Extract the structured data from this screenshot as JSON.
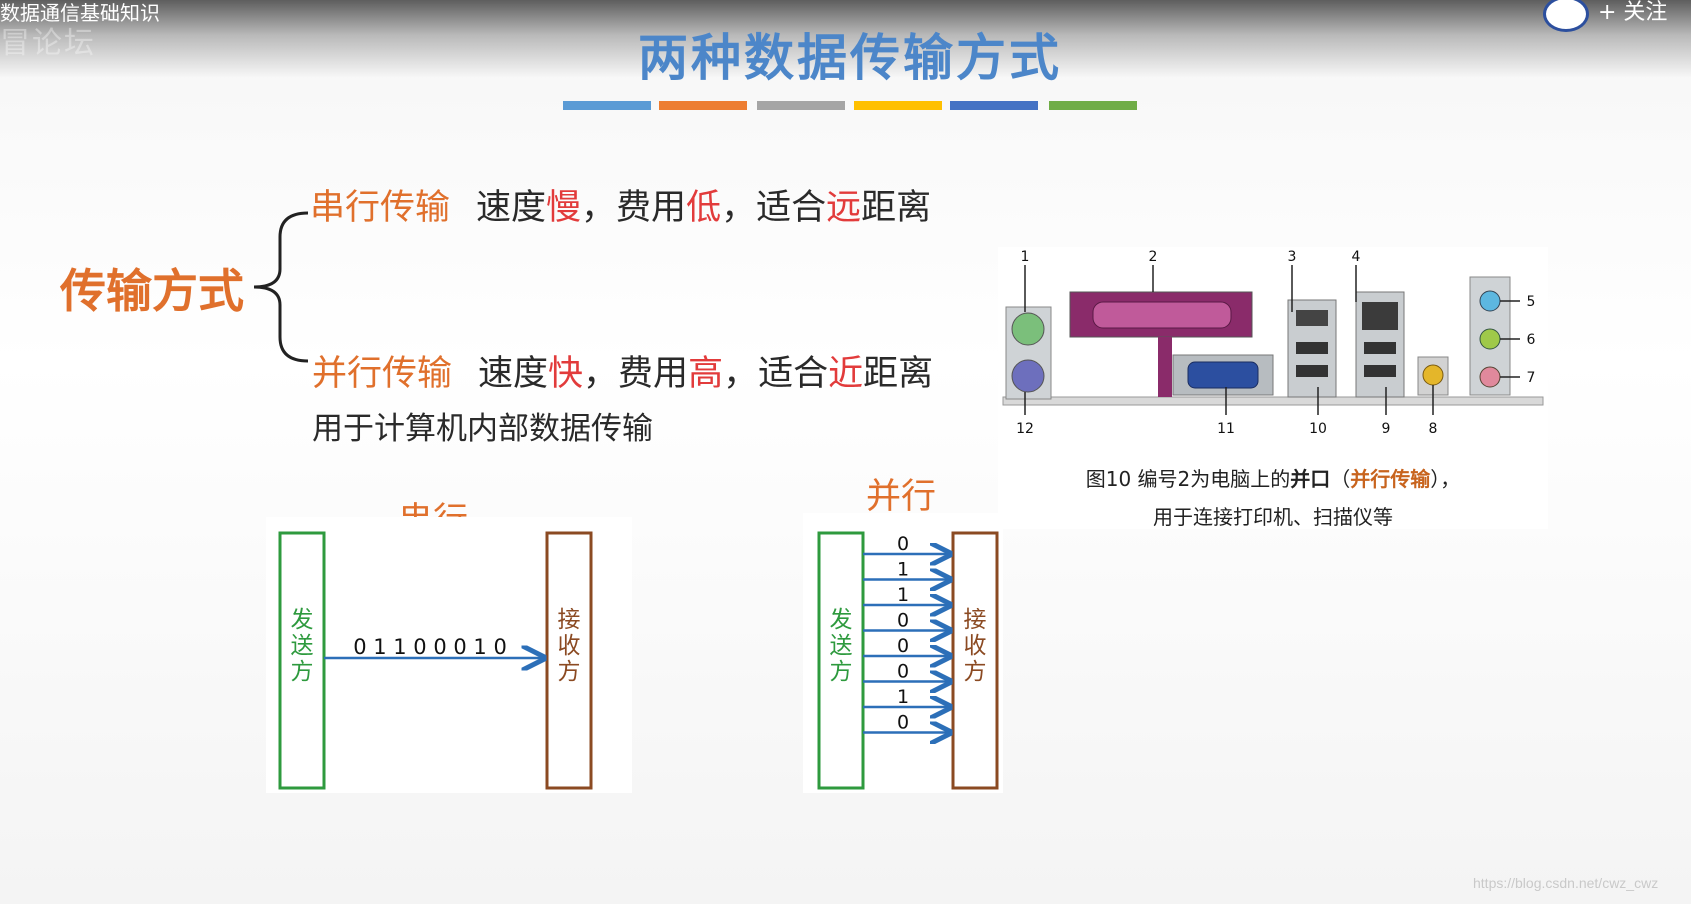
{
  "player": {
    "video_title": "数据通信基础知识",
    "watermark": "冒论坛",
    "follow_label": "+ 关注"
  },
  "slide": {
    "title": "两种数据传输方式",
    "title_bar_colors": [
      "#5b9bd5",
      "#ed7d31",
      "#a5a5a5",
      "#ffc000",
      "#4472c4",
      "#70ad47"
    ],
    "main_label": "传输方式",
    "serial": {
      "name": "串行传输",
      "speed_prefix": "速度",
      "speed_value": "慢",
      "cost_prefix": "，费用",
      "cost_value": "低",
      "dist_prefix": "，适合",
      "dist_value": "远",
      "dist_suffix": "距离"
    },
    "parallel": {
      "name": "并行传输",
      "speed_prefix": "速度",
      "speed_value": "快",
      "cost_prefix": "，费用",
      "cost_value": "高",
      "dist_prefix": "，适合",
      "dist_value": "近",
      "dist_suffix": "距离",
      "note": "用于计算机内部数据传输"
    },
    "serial_diagram": {
      "label": "串行",
      "sender": "发送方",
      "receiver": "接收方",
      "bits": "0 1 1 0 0 0 1 0"
    },
    "parallel_diagram": {
      "label": "并行",
      "sender": "发送方",
      "receiver": "接收方",
      "bits": [
        "0",
        "1",
        "1",
        "0",
        "0",
        "0",
        "1",
        "0"
      ]
    },
    "port_figure": {
      "numbers": [
        "1",
        "2",
        "3",
        "4",
        "5",
        "6",
        "7",
        "8",
        "9",
        "10",
        "11",
        "12"
      ],
      "caption_line1_prefix": "图10 编号2为电脑上的",
      "caption_line1_bold": "并口",
      "caption_line1_paren_open": "（",
      "caption_line1_bold_orange": "并行传输",
      "caption_line1_paren_close": "），",
      "caption_line2": "用于连接打印机、扫描仪等"
    }
  },
  "blog_watermark": "https://blog.csdn.net/cwz_cwz"
}
